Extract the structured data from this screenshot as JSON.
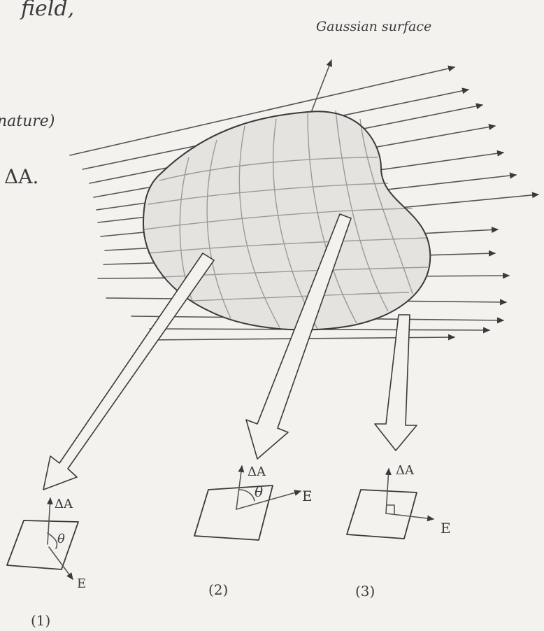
{
  "page": {
    "fragment_top": "field,",
    "fragment_left_1": "nature)",
    "fragment_left_2": "ΔA."
  },
  "surface": {
    "label": "Gaussian surface"
  },
  "cases": [
    {
      "number": "(1)",
      "area_label": "ΔA",
      "angle_label": "θ",
      "field_label": "E"
    },
    {
      "number": "(2)",
      "area_label": "ΔA",
      "angle_label": "θ",
      "field_label": "E"
    },
    {
      "number": "(3)",
      "area_label": "ΔA",
      "field_label": "E"
    }
  ],
  "colors": {
    "ink": "#3a3a3a",
    "paper": "#f3f2ef",
    "pencil": "#9a9a9a"
  }
}
